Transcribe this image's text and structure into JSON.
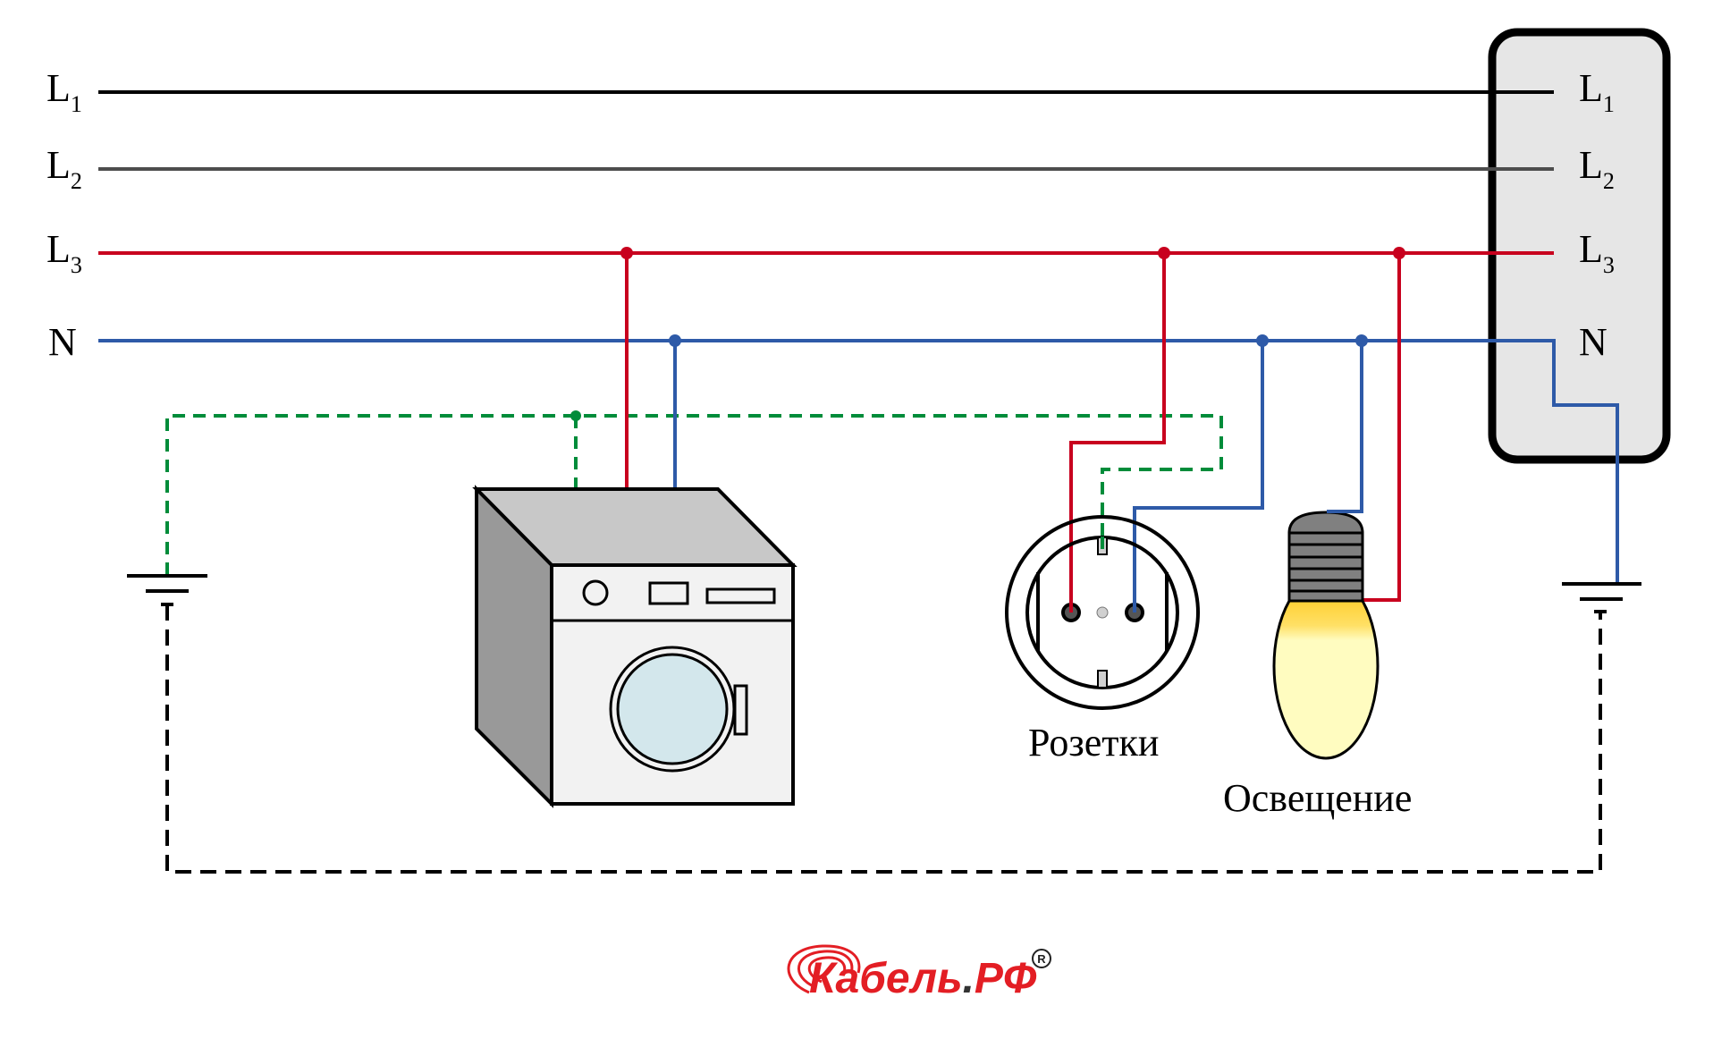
{
  "diagram": {
    "type": "electrical-wiring-TN-C-S",
    "buses": [
      {
        "id": "L1",
        "letter": "L",
        "sub": "1",
        "color": "#000000"
      },
      {
        "id": "L2",
        "letter": "L",
        "sub": "2",
        "color": "#4d4d4d"
      },
      {
        "id": "L3",
        "letter": "L",
        "sub": "3",
        "color": "#c8001e"
      },
      {
        "id": "N",
        "letter": "N",
        "sub": "",
        "color": "#2e5aa8"
      }
    ],
    "panel": {
      "fill": "#e6e6e6",
      "terminals": [
        {
          "letter": "L",
          "sub": "1"
        },
        {
          "letter": "L",
          "sub": "2"
        },
        {
          "letter": "L",
          "sub": "3"
        },
        {
          "letter": "N",
          "sub": ""
        }
      ]
    },
    "colors": {
      "phase": "#c8001e",
      "neutral": "#2e5aa8",
      "protective_earth": "#008c3a",
      "ground_link": "#000000"
    },
    "loads": [
      {
        "id": "washing-machine",
        "label": "",
        "phase": "L3"
      },
      {
        "id": "socket",
        "label": "Розетки",
        "phase": "L3"
      },
      {
        "id": "lamp",
        "label": "Освещение",
        "phase": "L3"
      }
    ]
  },
  "logo": {
    "word": "Кабель",
    "dot": ".",
    "suffix": "РФ",
    "mark": "®",
    "color": "#e31e24"
  }
}
